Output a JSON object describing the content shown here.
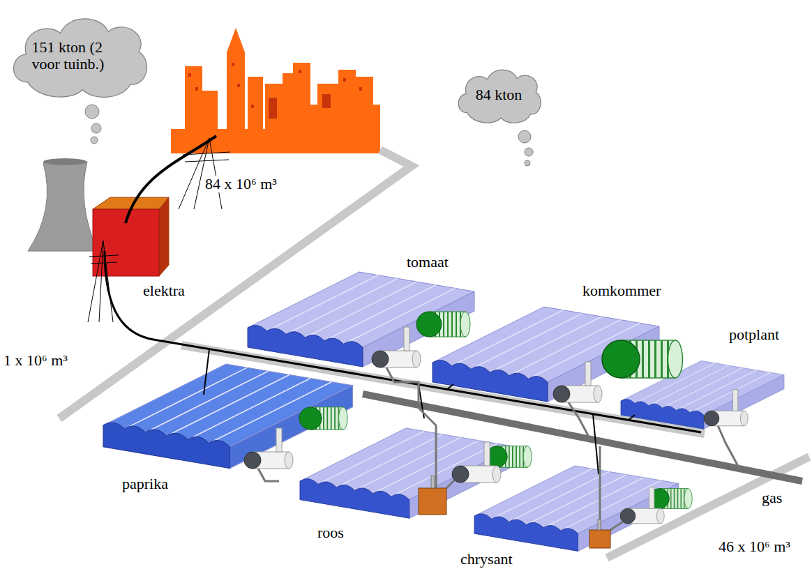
{
  "diagram": {
    "nodes": [
      {
        "text": [
          "151 kton (2 voor tuinb.)"
        ]
      },
      {
        "text": [
          "84 kton"
        ]
      }
    ],
    "labels": [
      "84 x 10⁶ m³",
      "tomaat",
      "komkommer",
      "potplant",
      "elektra",
      "1 x 10⁶ m³",
      "paprika",
      "roos",
      "chrysant",
      "gas",
      "46 x 10⁶ m³"
    ]
  }
}
